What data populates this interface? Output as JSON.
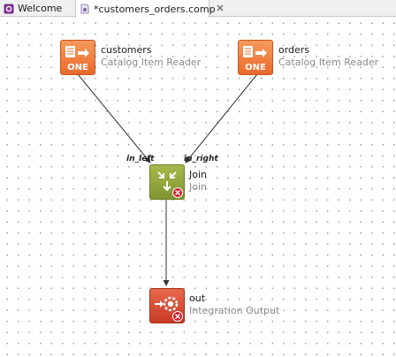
{
  "tabs": [
    {
      "label": "Welcome",
      "active": false
    },
    {
      "label": "*customers_orders.comp",
      "active": true
    }
  ],
  "nodes": {
    "customers": {
      "title": "customers",
      "subtitle": "Catalog Item Reader",
      "badge": "ONE"
    },
    "orders": {
      "title": "orders",
      "subtitle": "Catalog Item Reader",
      "badge": "ONE"
    },
    "join": {
      "title": "Join",
      "subtitle": "Join"
    },
    "out": {
      "title": "out",
      "subtitle": "Integration Output"
    }
  },
  "ports": {
    "in_left": "in_left",
    "in_right": "in_right"
  },
  "colors": {
    "reader": "#f07b3f",
    "join": "#8ea33a",
    "output": "#d9472f",
    "error": "#d0192b"
  }
}
